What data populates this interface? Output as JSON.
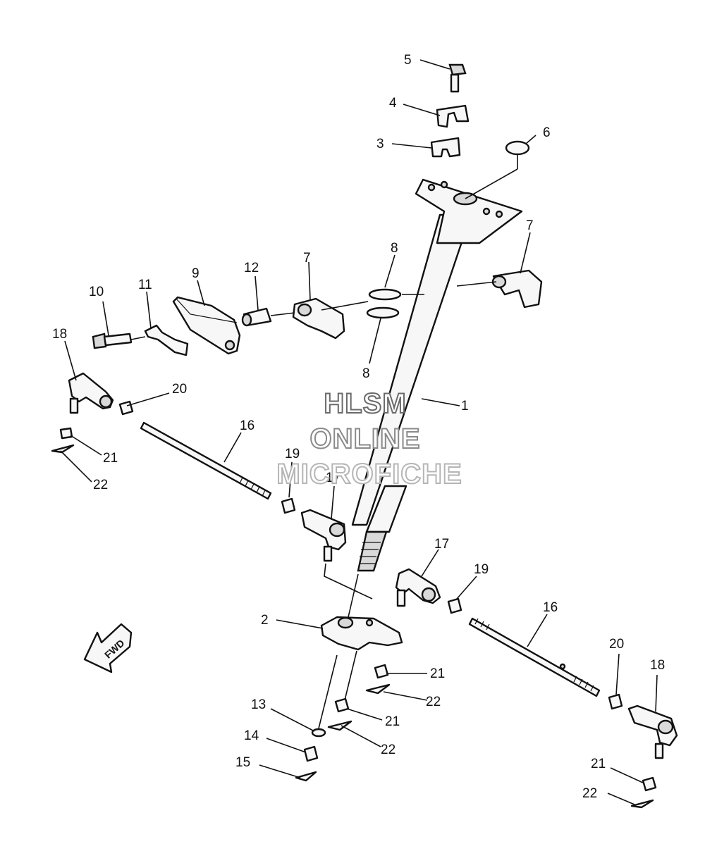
{
  "watermark": {
    "line1": "HLSM",
    "line2": "ONLINE",
    "line3": "MICROFICHE"
  },
  "direction_arrow": {
    "label": "FWD"
  },
  "callouts": {
    "c1": "1",
    "c2": "2",
    "c3": "3",
    "c4": "4",
    "c5": "5",
    "c6": "6",
    "c7a": "7",
    "c7b": "7",
    "c8a": "8",
    "c8b": "8",
    "c9": "9",
    "c10": "10",
    "c11": "11",
    "c12": "12",
    "c13": "13",
    "c14": "14",
    "c15": "15",
    "c16a": "16",
    "c16b": "16",
    "c17a": "17",
    "c17b": "17",
    "c18a": "18",
    "c18b": "18",
    "c19a": "19",
    "c19b": "19",
    "c20a": "20",
    "c20b": "20",
    "c21a": "21",
    "c21b": "21",
    "c21c": "21",
    "c21d": "21",
    "c22a": "22",
    "c22b": "22",
    "c22c": "22",
    "c22d": "22"
  }
}
